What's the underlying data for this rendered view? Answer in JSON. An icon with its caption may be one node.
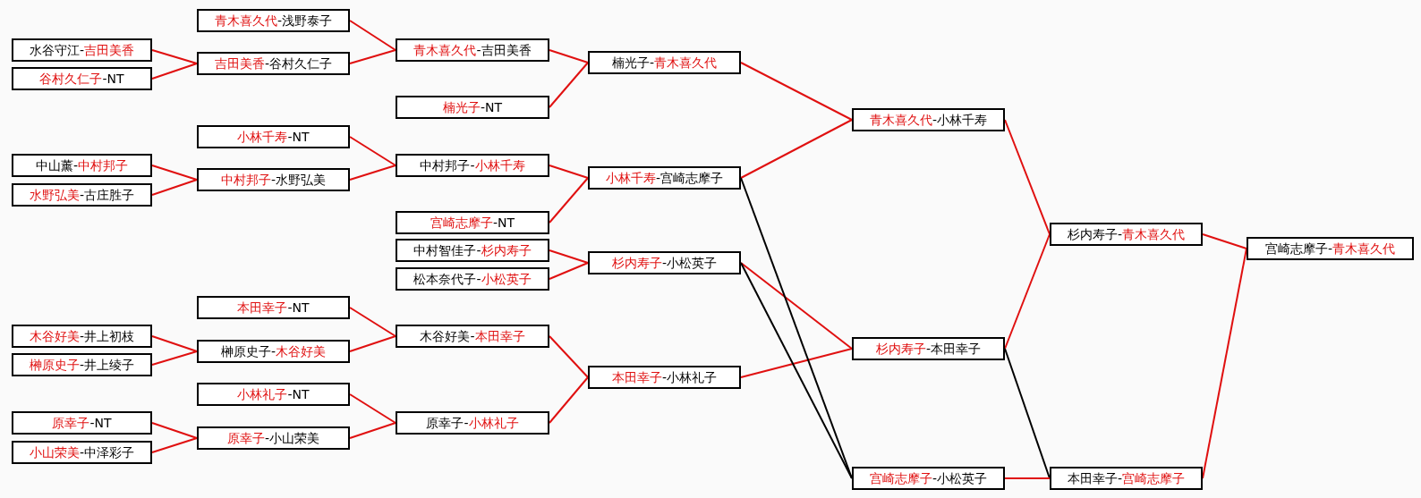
{
  "diagram": {
    "nodes": [
      {
        "text": [
          "水谷守江-**吉田美香**"
        ]
      },
      {
        "text": [
          "**谷村久仁子**-NT"
        ]
      },
      {
        "text": [
          "中山薰-**中村邦子**"
        ]
      },
      {
        "text": [
          "**水野弘美**-古庄胜子"
        ]
      },
      {
        "text": [
          "**木谷好美**-井上初枝"
        ]
      },
      {
        "text": [
          "**榊原史子**-井上绫子"
        ]
      },
      {
        "text": [
          "**原幸子**-NT"
        ]
      },
      {
        "text": [
          "**小山荣美**-中泽彩子"
        ]
      },
      {
        "text": [
          "**青木喜久代**-浅野泰子"
        ]
      },
      {
        "text": [
          "**吉田美香**-谷村久仁子"
        ]
      },
      {
        "text": [
          "**小林千寿**-NT"
        ]
      },
      {
        "text": [
          "**中村邦子**-水野弘美"
        ]
      },
      {
        "text": [
          "**本田幸子**-NT"
        ]
      },
      {
        "text": [
          "榊原史子-**木谷好美**"
        ]
      },
      {
        "text": [
          "**小林礼子**-NT"
        ]
      },
      {
        "text": [
          "**原幸子**-小山荣美"
        ]
      },
      {
        "text": [
          "**青木喜久代**-吉田美香"
        ]
      },
      {
        "text": [
          "**楠光子**-NT"
        ]
      },
      {
        "text": [
          "中村邦子-**小林千寿**"
        ]
      },
      {
        "text": [
          "**宫崎志摩子**-NT"
        ]
      },
      {
        "text": [
          "中村智佳子-**杉内寿子**"
        ]
      },
      {
        "text": [
          "松本奈代子-**小松英子**"
        ]
      },
      {
        "text": [
          "木谷好美-**本田幸子**"
        ]
      },
      {
        "text": [
          "原幸子-**小林礼子**"
        ]
      },
      {
        "text": [
          "楠光子-**青木喜久代**"
        ]
      },
      {
        "text": [
          "**小林千寿**-宫崎志摩子"
        ]
      },
      {
        "text": [
          "**杉内寿子**-小松英子"
        ]
      },
      {
        "text": [
          "**本田幸子**-小林礼子"
        ]
      },
      {
        "text": [
          "**青木喜久代**-小林千寿"
        ]
      },
      {
        "text": [
          "**杉内寿子**-本田幸子"
        ]
      },
      {
        "text": [
          "**宫崎志摩子**-小松英子"
        ]
      },
      {
        "text": [
          "杉内寿子-**青木喜久代**"
        ]
      },
      {
        "text": [
          "本田幸子-**宫崎志摩子**"
        ]
      },
      {
        "text": [
          "宫崎志摩子-**青木喜久代**"
        ]
      }
    ],
    "edges": [
      {
        "from": 0,
        "to": 9,
        "arrow": "none"
      },
      {
        "from": 1,
        "to": 9,
        "arrow": "none"
      },
      {
        "from": 2,
        "to": 11,
        "arrow": "none"
      },
      {
        "from": 3,
        "to": 11,
        "arrow": "none"
      },
      {
        "from": 4,
        "to": 13,
        "arrow": "none"
      },
      {
        "from": 5,
        "to": 13,
        "arrow": "none"
      },
      {
        "from": 6,
        "to": 15,
        "arrow": "none"
      },
      {
        "from": 7,
        "to": 15,
        "arrow": "none"
      },
      {
        "from": 8,
        "to": 16,
        "arrow": "none"
      },
      {
        "from": 9,
        "to": 16,
        "arrow": "none"
      },
      {
        "from": 10,
        "to": 18,
        "arrow": "none"
      },
      {
        "from": 11,
        "to": 18,
        "arrow": "none"
      },
      {
        "from": 12,
        "to": 22,
        "arrow": "none"
      },
      {
        "from": 13,
        "to": 22,
        "arrow": "none"
      },
      {
        "from": 14,
        "to": 23,
        "arrow": "none"
      },
      {
        "from": 15,
        "to": 23,
        "arrow": "none"
      },
      {
        "from": 16,
        "to": 24,
        "arrow": "none"
      },
      {
        "from": 17,
        "to": 24,
        "arrow": "none"
      },
      {
        "from": 18,
        "to": 25,
        "arrow": "none"
      },
      {
        "from": 19,
        "to": 25,
        "arrow": "none"
      },
      {
        "from": 20,
        "to": 26,
        "arrow": "none"
      },
      {
        "from": 21,
        "to": 26,
        "arrow": "none"
      },
      {
        "from": 22,
        "to": 27,
        "arrow": "none"
      },
      {
        "from": 23,
        "to": 27,
        "arrow": "none"
      },
      {
        "from": 24,
        "to": 28,
        "arrow": "none"
      },
      {
        "from": 25,
        "to": 28,
        "arrow": "none"
      },
      {
        "from": 26,
        "to": 29,
        "arrow": "none"
      },
      {
        "from": 27,
        "to": 29,
        "arrow": "none"
      },
      {
        "from": 25,
        "to": 30,
        "arrow": "none",
        "color": "#000000"
      },
      {
        "from": 26,
        "to": 30,
        "arrow": "none",
        "color": "#000000"
      },
      {
        "from": 28,
        "to": 31,
        "arrow": "none"
      },
      {
        "from": 29,
        "to": 31,
        "arrow": "none"
      },
      {
        "from": 29,
        "to": 32,
        "arrow": "none",
        "color": "#000000"
      },
      {
        "from": 30,
        "to": 32,
        "arrow": "none"
      },
      {
        "from": 31,
        "to": 33,
        "arrow": "none"
      },
      {
        "from": 32,
        "to": 33,
        "arrow": "none"
      }
    ]
  }
}
